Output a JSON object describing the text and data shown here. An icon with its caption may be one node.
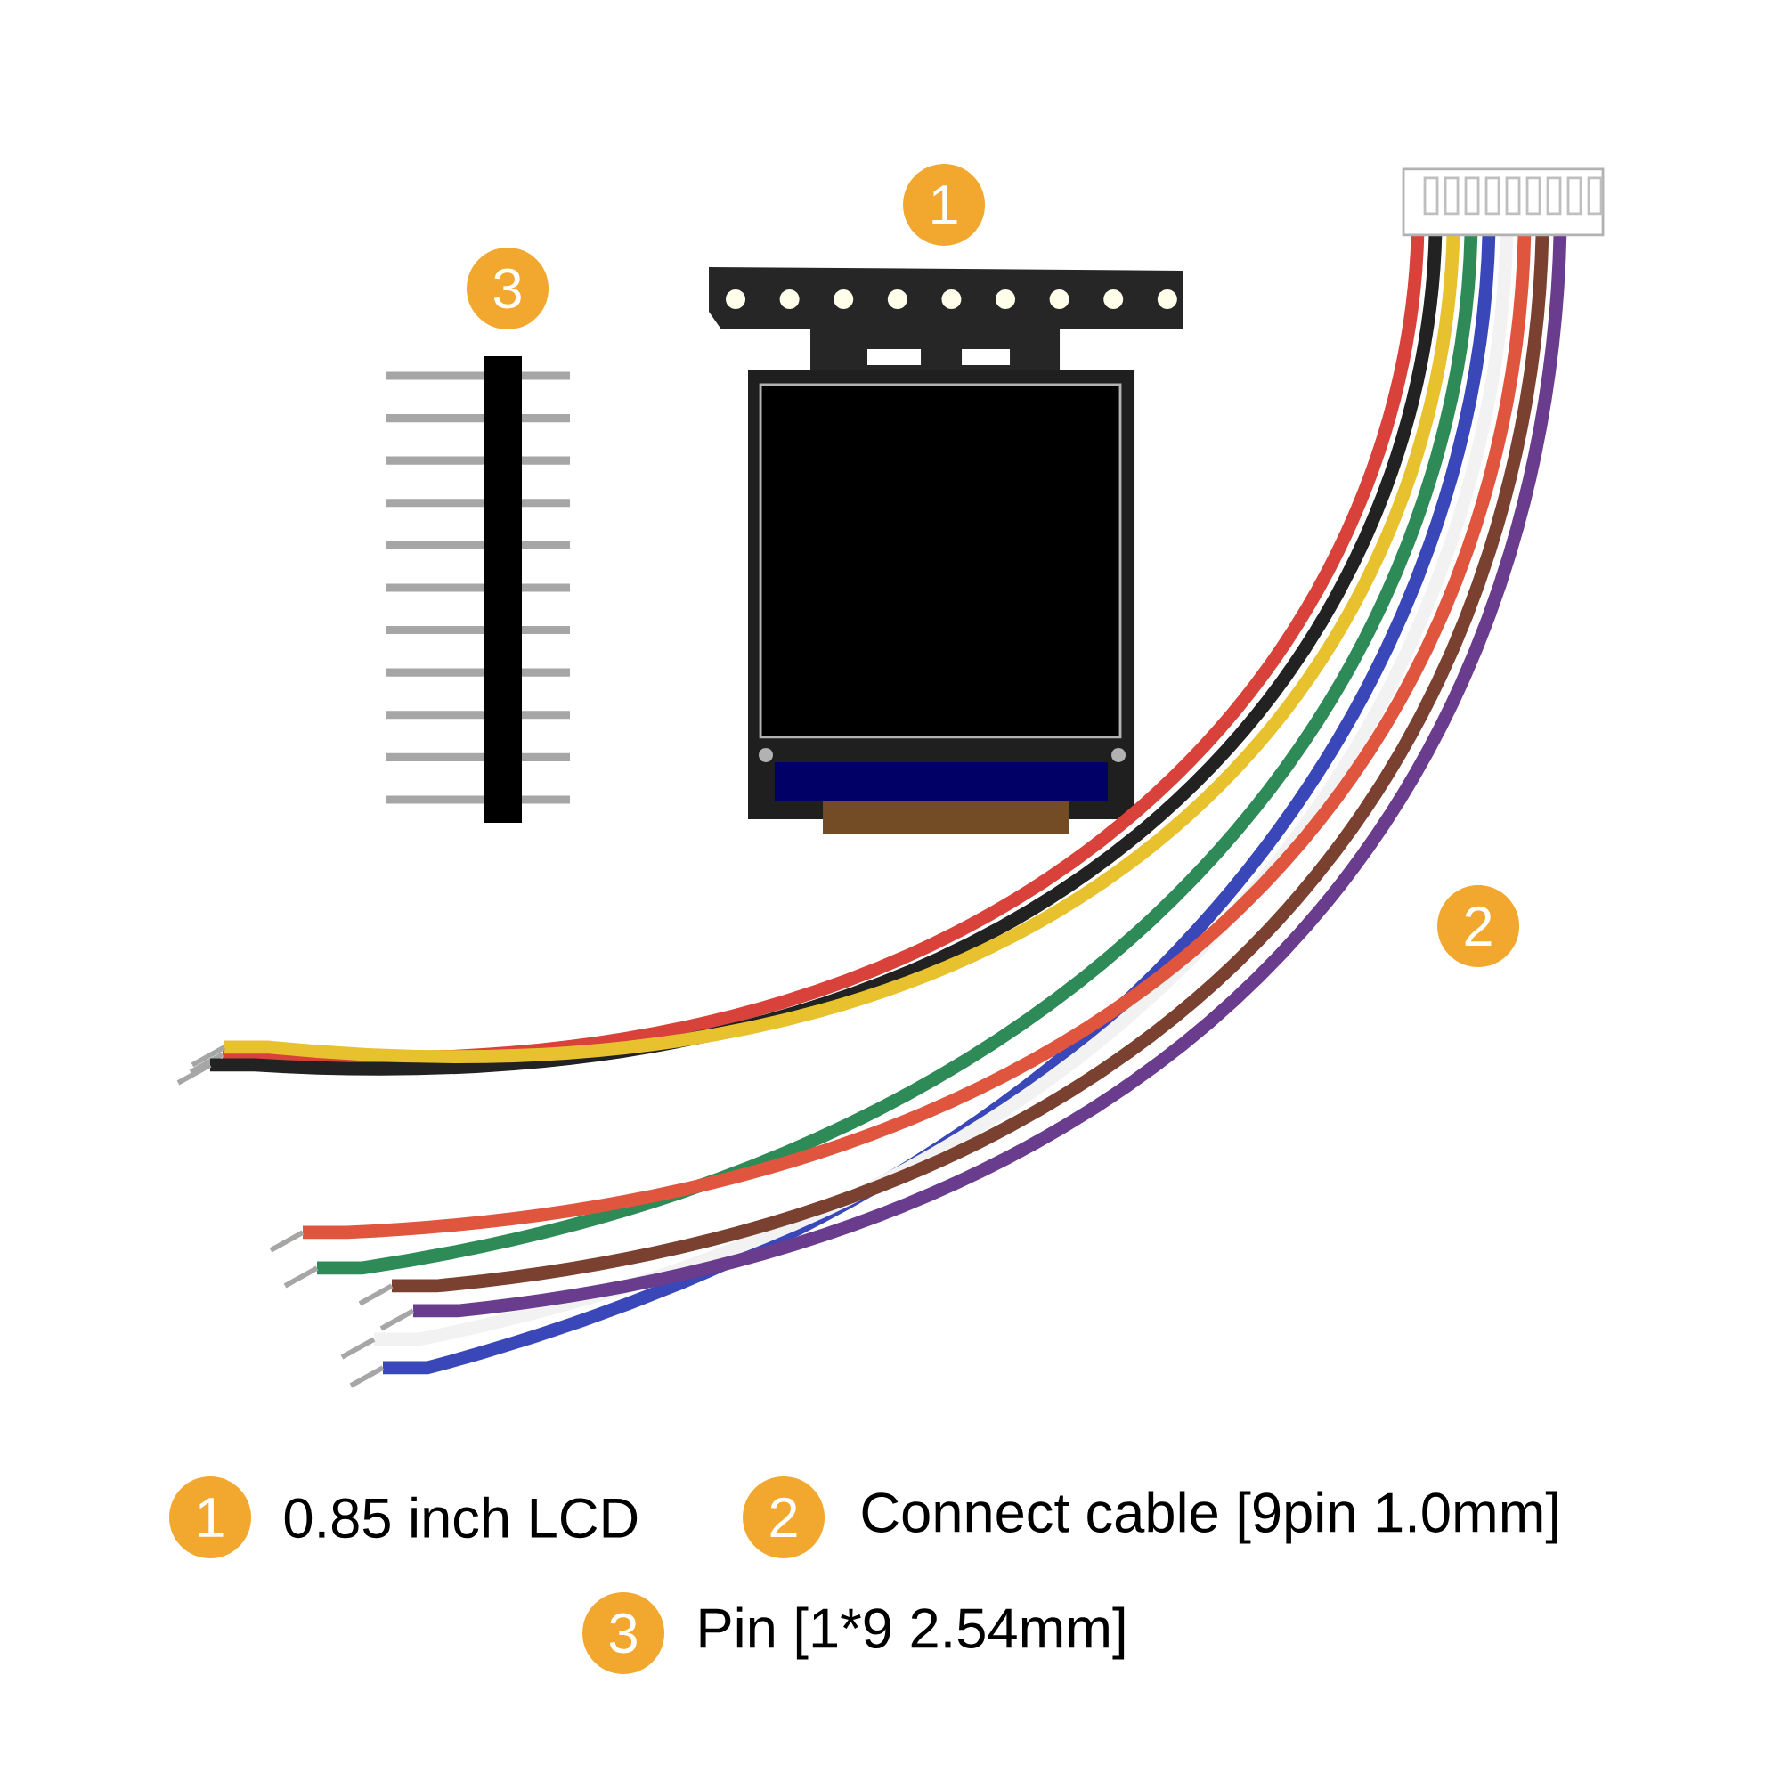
{
  "diagram": {
    "labels": [
      "1",
      "3",
      "2",
      "1",
      "0.85 inch LCD",
      "2",
      "Connect cable [9pin 1.0mm]",
      "3",
      "Pin [1*9  2.54mm]"
    ]
  }
}
